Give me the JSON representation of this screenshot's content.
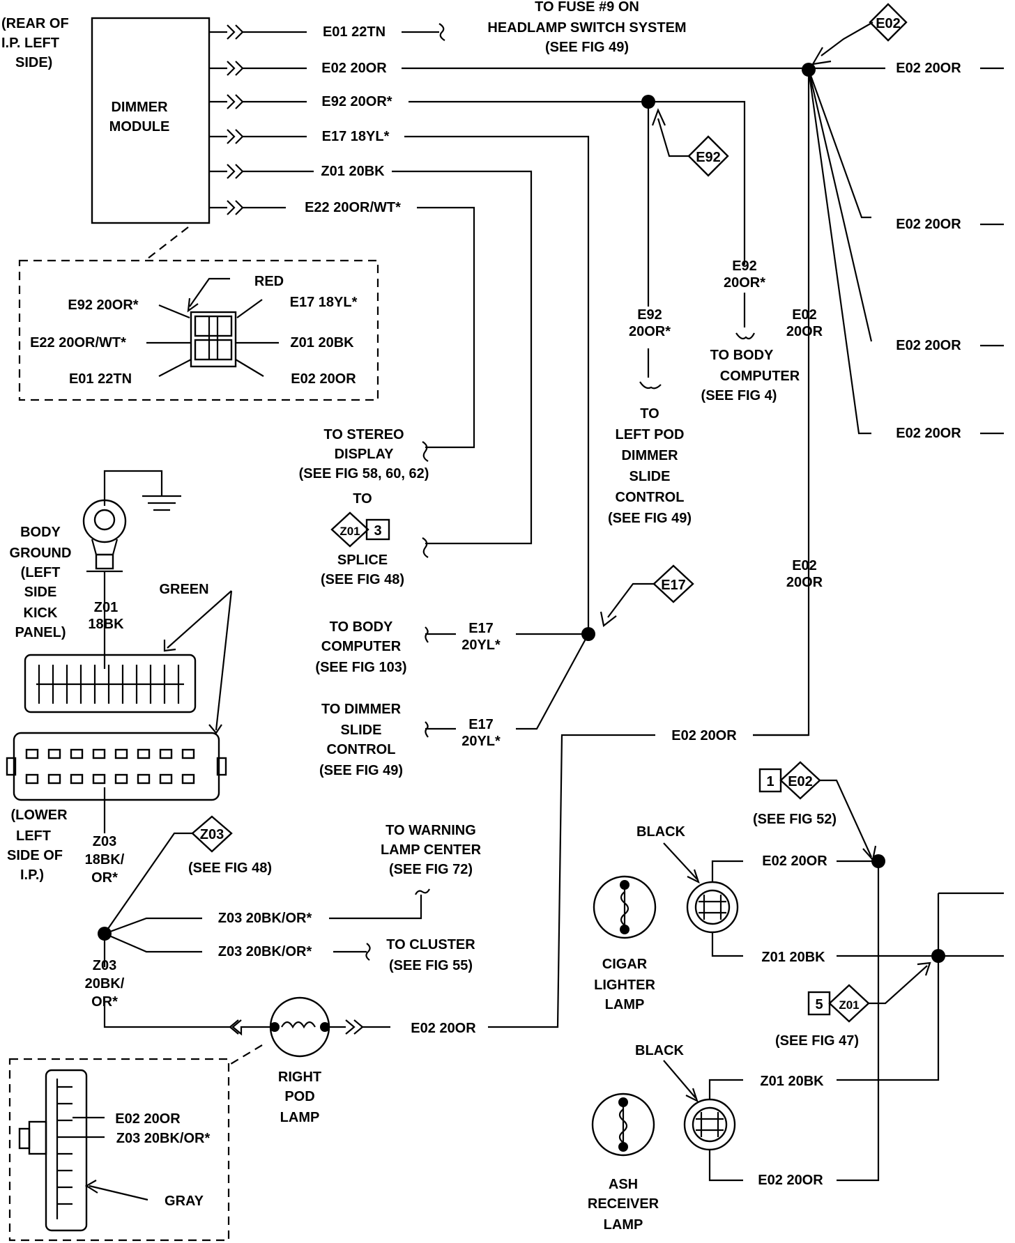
{
  "modules": {
    "dimmer": "DIMMER MODULE",
    "dimmer_location": "(REAR OF I.P. LEFT SIDE)",
    "body_ground": [
      "BODY",
      "GROUND",
      "(LEFT",
      "SIDE",
      "KICK",
      "PANEL)"
    ],
    "lower_left": [
      "(LOWER",
      "LEFT",
      "SIDE OF",
      "I.P.)"
    ],
    "right_pod_lamp": [
      "RIGHT",
      "POD",
      "LAMP"
    ],
    "cigar_lighter_lamp": [
      "CIGAR",
      "LIGHTER",
      "LAMP"
    ],
    "ash_receiver_lamp": [
      "ASH",
      "RECEIVER",
      "LAMP"
    ]
  },
  "dimmer_outputs": [
    "E01 22TN",
    "E02 20OR",
    "E92 20OR*",
    "E17 18YL*",
    "Z01 20BK",
    "E22 20OR/WT*"
  ],
  "connector_inset": {
    "left": [
      "E92 20OR*",
      "E22 20OR/WT*",
      "E01 22TN"
    ],
    "right": [
      "E17 18YL*",
      "Z01 20BK",
      "E02 20OR"
    ],
    "color": "RED"
  },
  "destinations": {
    "fuse9": [
      "TO FUSE #9 ON",
      "HEADLAMP SWITCH SYSTEM",
      "(SEE FIG 49)"
    ],
    "stereo": [
      "TO STEREO",
      "DISPLAY",
      "(SEE FIG 58, 60, 62)"
    ],
    "splice": [
      "TO",
      "SPLICE",
      "(SEE FIG 48)"
    ],
    "body_computer_103": [
      "TO BODY",
      "COMPUTER",
      "(SEE FIG 103)"
    ],
    "dimmer_slide": [
      "TO DIMMER",
      "SLIDE",
      "CONTROL",
      "(SEE FIG 49)"
    ],
    "left_pod": [
      "TO",
      "LEFT POD",
      "DIMMER",
      "SLIDE",
      "CONTROL",
      "(SEE FIG 49)"
    ],
    "body_computer_4": [
      "TO BODY",
      "COMPUTER",
      "(SEE FIG 4)"
    ],
    "warning_lamp": [
      "TO WARNING",
      "LAMP CENTER",
      "(SEE FIG 72)"
    ],
    "cluster": [
      "TO CLUSTER",
      "(SEE FIG 55)"
    ]
  },
  "wires": {
    "e02_20or": "E02 20OR",
    "e02_stack": [
      "E02",
      "20OR"
    ],
    "e92_stack": [
      "E92",
      "20OR*"
    ],
    "e17_20yl": [
      "E17",
      "20YL*"
    ],
    "z01_18bk": [
      "Z01",
      "18BK"
    ],
    "z03_18bk": [
      "Z03",
      "18BK/",
      "OR*"
    ],
    "z03_20bk": [
      "Z03",
      "20BK/",
      "OR*"
    ],
    "z03_20bk_or": "Z03 20BK/OR*",
    "z01_20bk": "Z01 20BK"
  },
  "references": {
    "e02": "E02",
    "e92": "E92",
    "e17": "E17",
    "z01": "Z01",
    "z03": "Z03",
    "splice_num": "3",
    "e02_num": "1",
    "z01_num": "5",
    "see_fig_48": "(SEE FIG 48)",
    "see_fig_52": "(SEE FIG 52)",
    "see_fig_47": "(SEE FIG 47)"
  },
  "colors": {
    "green": "GREEN",
    "black": "BLACK",
    "gray": "GRAY"
  },
  "bottom_inset": [
    "E02 20OR",
    "Z03 20BK/OR*"
  ]
}
